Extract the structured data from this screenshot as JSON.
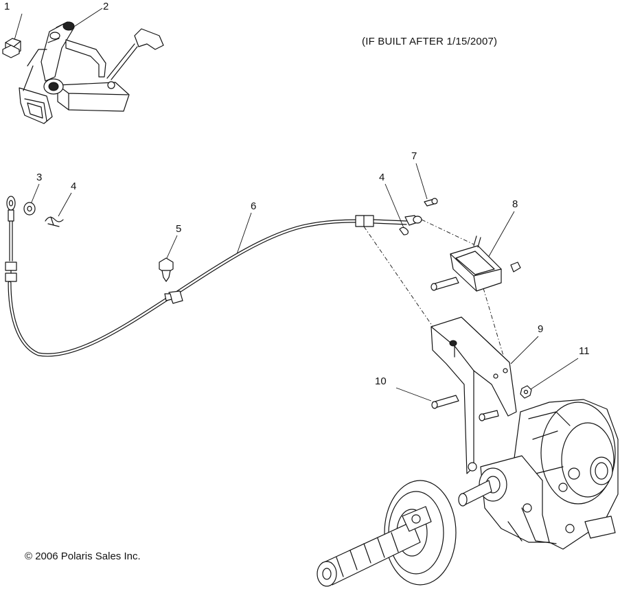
{
  "note": "(IF BUILT AFTER 1/15/2007)",
  "copyright": "© 2006 Polaris Sales Inc.",
  "callouts": [
    "1",
    "2",
    "3",
    "4",
    "5",
    "6",
    "4",
    "7",
    "8",
    "9",
    "10",
    "11"
  ],
  "parts": [
    {
      "ref": "1",
      "icon": "bolt-icon"
    },
    {
      "ref": "2",
      "icon": "brake-pedal-assembly-icon"
    },
    {
      "ref": "3",
      "icon": "washer-icon"
    },
    {
      "ref": "4",
      "icon": "clip-icon"
    },
    {
      "ref": "5",
      "icon": "fastener-icon"
    },
    {
      "ref": "6",
      "icon": "cable-icon"
    },
    {
      "ref": "7",
      "icon": "pin-icon"
    },
    {
      "ref": "8",
      "icon": "caliper-bracket-icon"
    },
    {
      "ref": "9",
      "icon": "mounting-bracket-icon"
    },
    {
      "ref": "10",
      "icon": "bolt-icon"
    },
    {
      "ref": "11",
      "icon": "nut-icon"
    }
  ]
}
